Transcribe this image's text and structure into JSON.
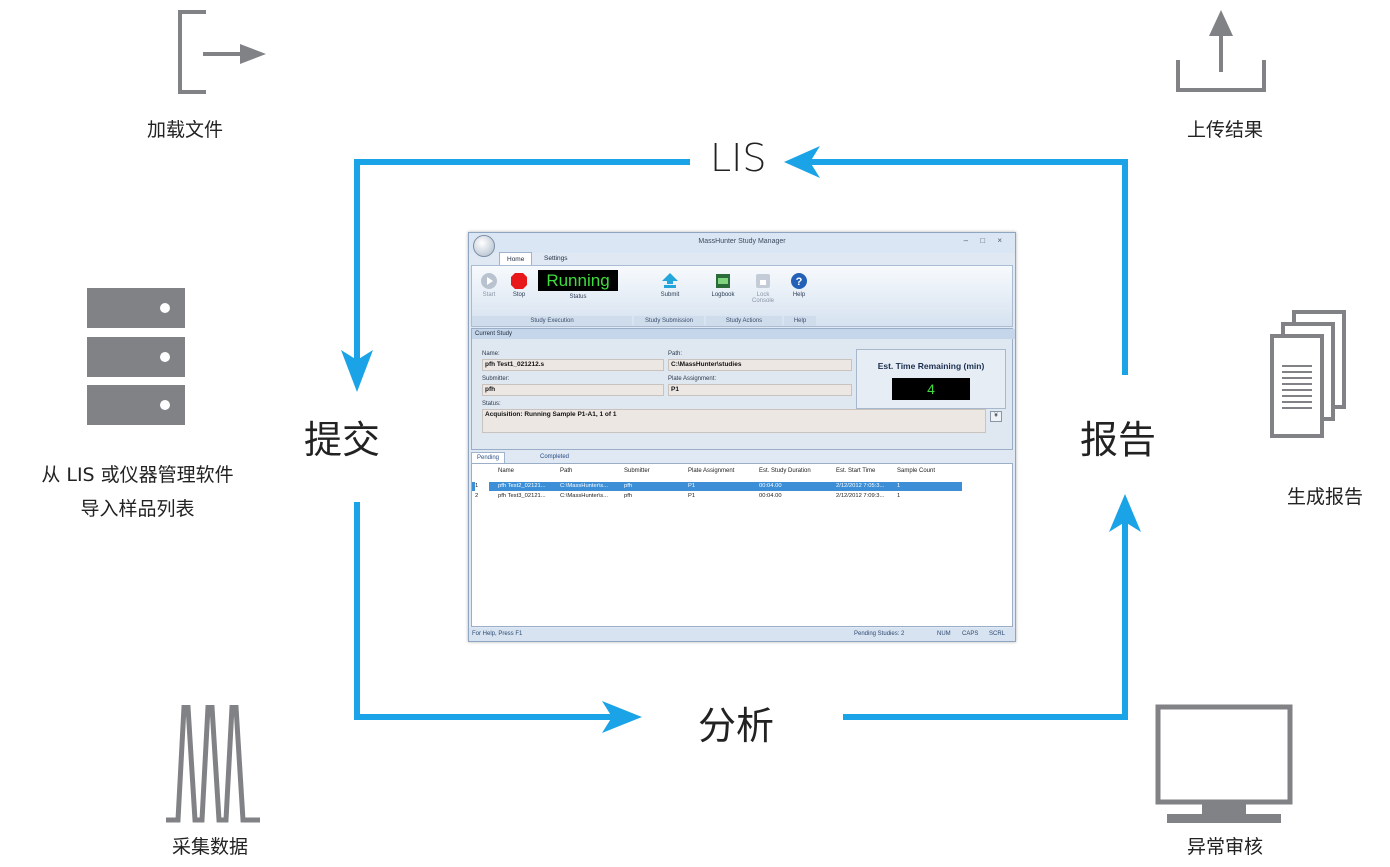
{
  "cycle": {
    "lis": "LIS",
    "submit": "提交",
    "report": "报告",
    "analyze": "分析"
  },
  "icons": {
    "load_file": {
      "label": "加载文件",
      "icon": "load-file-icon"
    },
    "upload_results": {
      "label": "上传结果",
      "icon": "upload-icon"
    },
    "import_list": {
      "label_line1": "从 LIS 或仪器管理软件",
      "label_line2": "导入样品列表",
      "icon": "server-stack-icon"
    },
    "generate_report": {
      "label": "生成报告",
      "icon": "documents-icon"
    },
    "acquire_data": {
      "label": "采集数据",
      "icon": "peaks-icon"
    },
    "exception_review": {
      "label": "异常审核",
      "icon": "monitor-icon"
    }
  },
  "colors": {
    "arrow": "#1aa3e6",
    "icon_gray": "#808285"
  },
  "app": {
    "title": "MassHunter Study Manager",
    "tabs": [
      "Home",
      "Settings"
    ],
    "ribbon": {
      "start": "Start",
      "stop": "Stop",
      "status_display": "Running",
      "status": "Status",
      "submit": "Submit",
      "logbook": "Logbook",
      "lock_console_line1": "Lock",
      "lock_console_line2": "Console",
      "help": "Help",
      "groups": [
        "Study Execution",
        "Study Submission",
        "Study Actions",
        "Help"
      ]
    },
    "current_study": {
      "title": "Current Study",
      "name_label": "Name:",
      "name": "pfh Test1_021212.s",
      "path_label": "Path:",
      "path": "C:\\MassHunter\\studies",
      "submitter_label": "Submitter:",
      "submitter": "pfh",
      "plate_label": "Plate Assignment:",
      "plate": "P1",
      "status_label": "Status:",
      "status": "Acquisition: Running Sample P1-A1, 1 of 1",
      "est_title": "Est. Time Remaining (min)",
      "est_value": "4"
    },
    "lower_tabs": [
      "Pending Studies",
      "Completed Studies"
    ],
    "grid": {
      "columns": [
        "Name",
        "Path",
        "Submitter",
        "Plate Assignment",
        "Est. Study Duration",
        "Est. Start Time",
        "Sample Count"
      ],
      "rows": [
        {
          "num": "1",
          "name": "pfh Test2_02121...",
          "path": "C:\\MassHunter\\s...",
          "submitter": "pfh",
          "plate": "P1",
          "duration": "00:04.00",
          "start": "2/12/2012 7:05:3...",
          "count": "1"
        },
        {
          "num": "2",
          "name": "pfh Test3_02121...",
          "path": "C:\\MassHunter\\s...",
          "submitter": "pfh",
          "plate": "P1",
          "duration": "00:04.00",
          "start": "2/12/2012 7:09:3...",
          "count": "1"
        }
      ]
    },
    "statusbar": {
      "help": "For Help, Press F1",
      "pending": "Pending Studies: 2",
      "num": "NUM",
      "caps": "CAPS",
      "scrl": "SCRL"
    }
  }
}
